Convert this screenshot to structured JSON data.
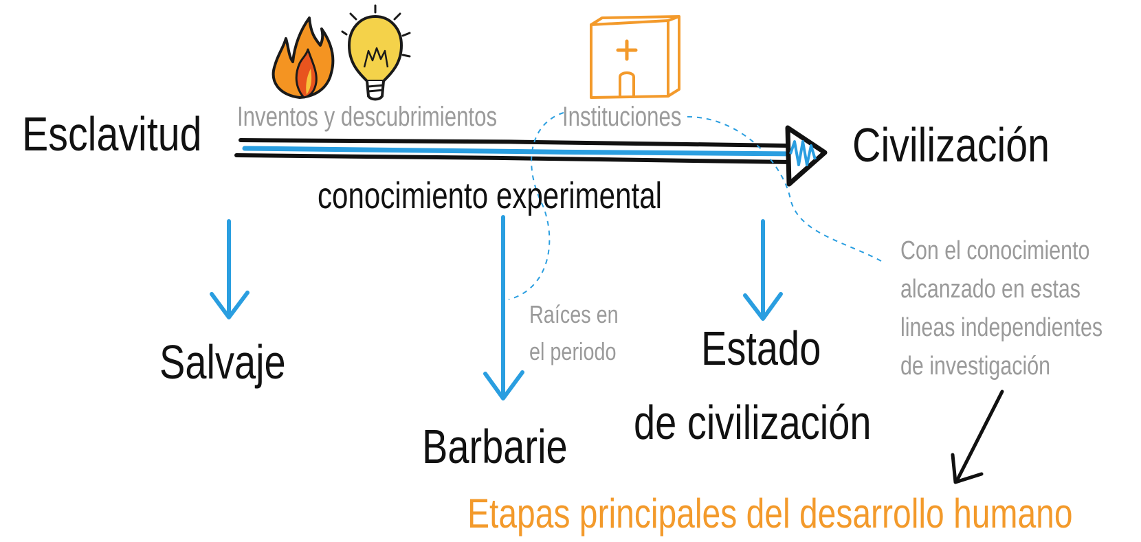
{
  "colors": {
    "text_dark": "#111111",
    "text_gray": "#9a9a9a",
    "accent_blue": "#2a9ee0",
    "accent_orange": "#f39a2b",
    "flame_red": "#e8541e",
    "bulb_yellow": "#f4d24a"
  },
  "icons": [
    "flame-icon",
    "lightbulb-icon",
    "hospital-building-icon"
  ],
  "main_axis": {
    "start": "Esclavitud",
    "end": "Civilización",
    "label_below": "conocimiento experimental",
    "label_above_left": "Inventos y descubrimientos",
    "label_above_right": "Instituciones"
  },
  "stages": {
    "salvaje": "Salvaje",
    "barbarie": "Barbarie",
    "estado_line1": "Estado",
    "estado_line2": "de civilización"
  },
  "notes": {
    "raices_line1": "Raíces en",
    "raices_line2": "el periodo",
    "conocimiento_lines": [
      "Con el conocimiento",
      "alcanzado en estas",
      "lineas independientes",
      "de investigación"
    ]
  },
  "footer_title": "Etapas principales del desarrollo humano"
}
